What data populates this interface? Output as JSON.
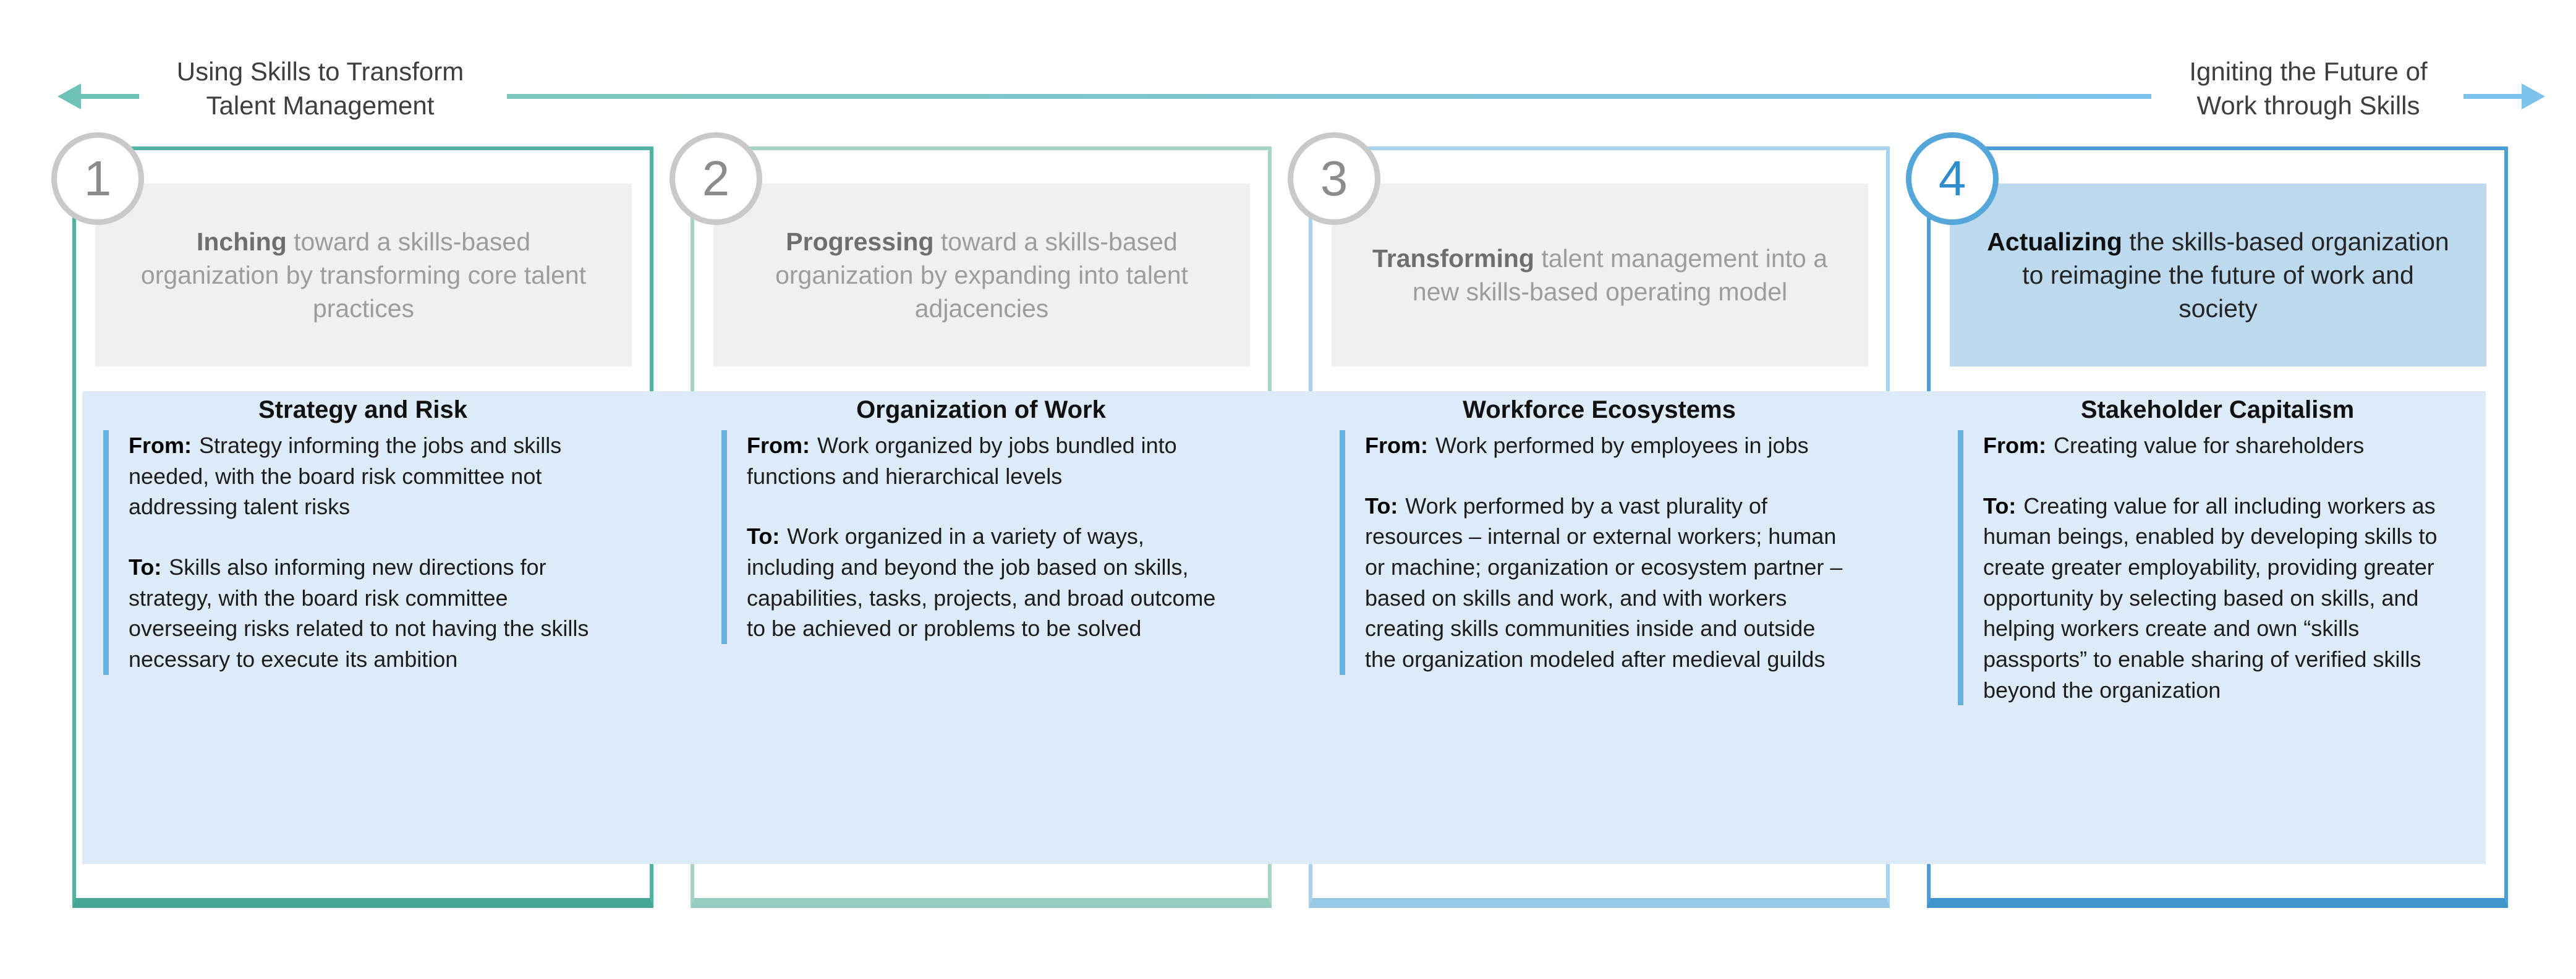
{
  "header": {
    "left": {
      "line1": "Using Skills to Transform",
      "line2": "Talent Management"
    },
    "right": {
      "line1": "Igniting the Future of",
      "line2": "Work through Skills"
    }
  },
  "columns": [
    {
      "number": "1",
      "phase_lead": "Inching",
      "phase_rest": " toward a skills-based organization by transforming core talent practices",
      "title": "Strategy and Risk",
      "from_label": "From:",
      "from_text": "Strategy informing the jobs and skills needed, with the board risk committee not addressing talent risks",
      "to_label": "To:",
      "to_text": "Skills also informing new directions for strategy, with the board risk committee overseeing risks related to not having the skills necessary to execute its ambition"
    },
    {
      "number": "2",
      "phase_lead": "Progressing",
      "phase_rest": " toward a skills-based organization by expanding into talent adjacencies",
      "title": "Organization of Work",
      "from_label": "From:",
      "from_text": "Work organized by jobs bundled into functions and hierarchical levels",
      "to_label": "To:",
      "to_text": "Work organized in a variety of ways, including and beyond the job based on skills, capabilities, tasks, projects, and broad outcome to be achieved or problems to be solved"
    },
    {
      "number": "3",
      "phase_lead": "Transforming",
      "phase_rest": " talent management into a new skills-based operating model",
      "title": "Workforce Ecosystems",
      "from_label": "From:",
      "from_text": "Work performed by employees in jobs",
      "to_label": "To:",
      "to_text": "Work performed by a vast plurality of resources –  internal or external workers; human or machine; organization or ecosystem partner – based on skills and work, and with workers creating skills communities inside and outside the organization modeled after medieval guilds"
    },
    {
      "number": "4",
      "phase_lead": "Actualizing",
      "phase_rest": " the skills-based organization to reimagine the future of work and society",
      "title": "Stakeholder Capitalism",
      "from_label": "From:",
      "from_text": "Creating value for shareholders",
      "to_label": "To:",
      "to_text": "Creating value for all including workers as human beings, enabled by developing skills to create greater employability, providing greater opportunity by selecting based on skills, and helping workers create and own “skills passports” to enable sharing of verified skills beyond the organization"
    }
  ],
  "colors": {
    "band_background": "#dcebf7",
    "accent_bar_blue": "#62b1e1",
    "phase_box_grey": "#f0f0f0",
    "phase_box_blue": "#bcd9ee",
    "column1_border_teal": "#52b2a0",
    "column2_border_light_teal": "#a6d5c8",
    "column3_border_light_blue": "#a8d3ee",
    "column4_border_blue": "#4b9fd6",
    "left_arrow_teal": "#6fc3b6",
    "right_arrow_blue": "#7cc3ec",
    "circle_border_grey": "#c9c9c9",
    "circle_border_blue": "#55a7da"
  }
}
